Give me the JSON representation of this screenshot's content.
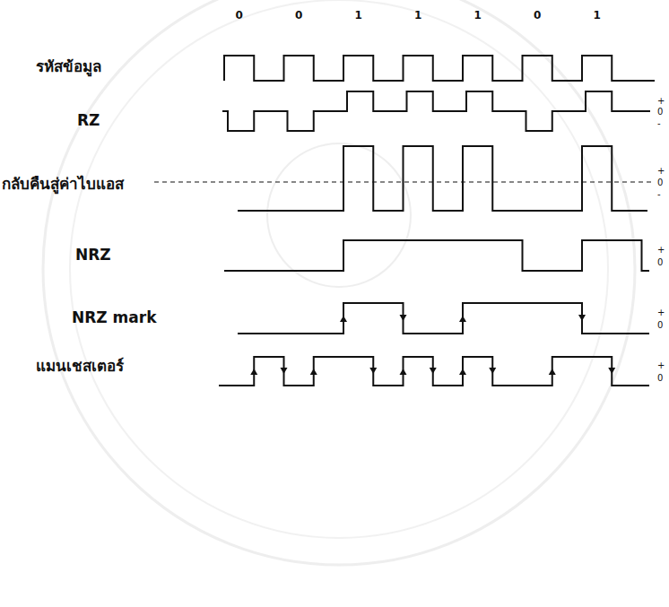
{
  "diagram": {
    "labels": [
      "0",
      "0",
      "1",
      "1",
      "1",
      "0",
      "1",
      "รหัสข้อมูล",
      "RZ",
      "กลับคืนสู่ค่าไบแอส",
      "NRZ",
      "NRZ mark",
      "แมนเชสเตอร์",
      "+",
      "0",
      "-",
      "+",
      "0",
      "-",
      "+",
      "0",
      "+",
      "0",
      "+",
      "0"
    ]
  }
}
